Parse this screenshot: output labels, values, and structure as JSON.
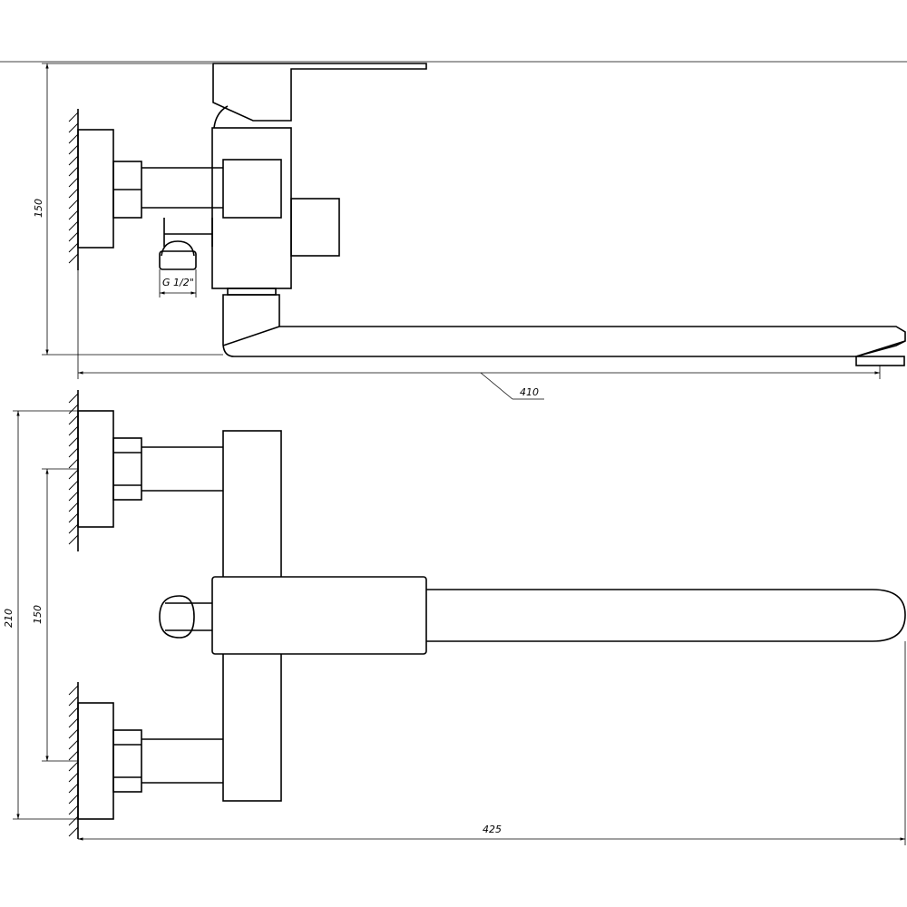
{
  "dimensions": {
    "side_height": "150",
    "thread": "G 1/2\"",
    "spout_reach": "410",
    "top_total_width": "210",
    "top_pipe_spacing": "150",
    "top_length": "425"
  },
  "colors": {
    "line": "#000000",
    "background": "#ffffff"
  }
}
